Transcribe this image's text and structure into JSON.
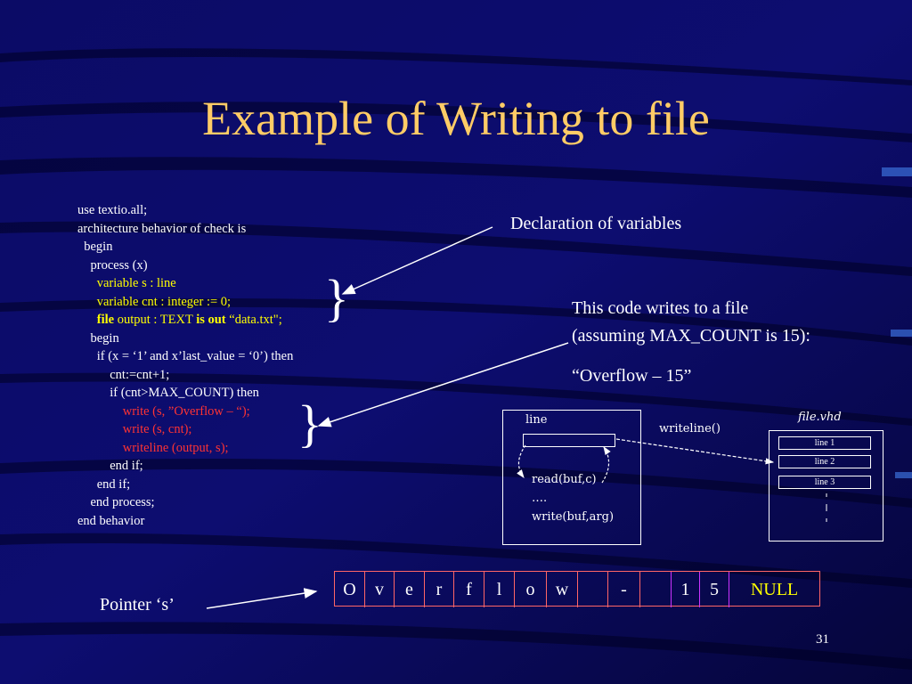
{
  "slide": {
    "title": "Example of Writing to file",
    "page_number": "31"
  },
  "code": {
    "lines": [
      {
        "indent": "",
        "text": "use textio.all;"
      },
      {
        "indent": "",
        "text": "architecture behavior of check is"
      },
      {
        "indent": "  ",
        "text": "begin"
      },
      {
        "indent": "    ",
        "text": "process (x)"
      },
      {
        "indent": "      ",
        "text": "variable s : line"
      },
      {
        "indent": "      ",
        "text": "variable cnt : integer := 0;"
      },
      {
        "indent": "      ",
        "kw1": "file",
        "mid": " output : TEXT ",
        "kw2": "is out",
        "tail": " “data.txt\";"
      },
      {
        "indent": "    ",
        "text": "begin"
      },
      {
        "indent": "      ",
        "text": "if (x = ‘1’ and x’last_value = ‘0’) then"
      },
      {
        "indent": "          ",
        "text": "cnt:=cnt+1;"
      },
      {
        "indent": "          ",
        "text": "if (cnt>MAX_COUNT) then"
      },
      {
        "indent": "              ",
        "text": "write (s, ”Overflow – “);"
      },
      {
        "indent": "              ",
        "text": "write (s, cnt);"
      },
      {
        "indent": "              ",
        "text": "writeline (output, s);"
      },
      {
        "indent": "          ",
        "text": "end if;"
      },
      {
        "indent": "      ",
        "text": "end if;"
      },
      {
        "indent": "    ",
        "text": "end process;"
      },
      {
        "indent": "",
        "text": "end behavior"
      }
    ]
  },
  "annotations": {
    "declaration": "Declaration of variables",
    "writes_line1": "This code writes to a file",
    "writes_line2": "(assuming MAX_COUNT is 15):",
    "output": "“Overflow – 15”",
    "pointer": "Pointer ‘s’"
  },
  "diagram": {
    "line_label": "line",
    "ops": [
      "read(buf,c)",
      "….",
      "write(buf,arg)"
    ],
    "writeline_label": "writeline()",
    "file_label": "file.vhd",
    "file_lines": [
      "line 1",
      "line 2",
      "line 3"
    ]
  },
  "memory": {
    "cells": [
      "O",
      "v",
      "e",
      "r",
      "f",
      "l",
      "o",
      "w",
      "",
      "-",
      "",
      "1",
      "5"
    ],
    "terminator": "NULL"
  },
  "colors": {
    "background": "#0a0a5a",
    "title": "#ffcc66",
    "code_text": "#ffffff",
    "code_declaration": "#ffff00",
    "code_write": "#ff3333",
    "null_text": "#ffff00",
    "cell_border": "#ff6666"
  }
}
